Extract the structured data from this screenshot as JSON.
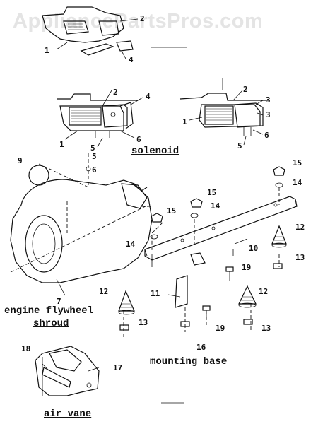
{
  "watermark": "AppliancePartsPros.com",
  "captions": {
    "solenoid": "solenoid",
    "shroud_line1": "engine flywheel",
    "shroud_line2": "shroud",
    "mounting_base": "mounting base",
    "air_vane": "air vane"
  },
  "callouts": [
    "1",
    "2",
    "4",
    "1",
    "2",
    "4",
    "5",
    "6",
    "1",
    "2",
    "3",
    "3",
    "6",
    "5",
    "9",
    "5",
    "6",
    "7",
    "15",
    "14",
    "15",
    "14",
    "15",
    "14",
    "12",
    "10",
    "13",
    "19",
    "11",
    "12",
    "12",
    "13",
    "19",
    "16",
    "13",
    "18",
    "17"
  ]
}
